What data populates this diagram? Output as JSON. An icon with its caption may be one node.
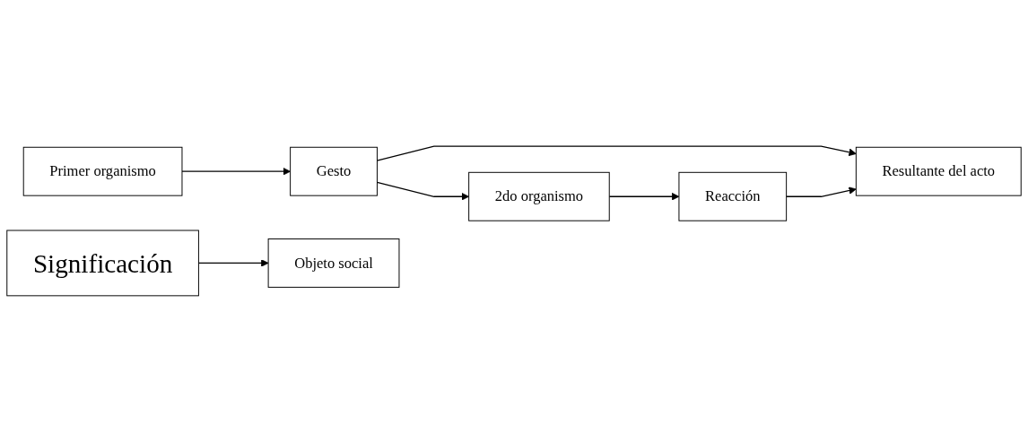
{
  "diagram": {
    "nodes": [
      {
        "text": [
          "Primer organismo"
        ]
      },
      {
        "text": [
          "Gesto"
        ]
      },
      {
        "text": [
          "2do organismo"
        ]
      },
      {
        "text": [
          "Reacción"
        ]
      },
      {
        "text": [
          "Resultante del acto"
        ]
      },
      {
        "text": [
          "Significación"
        ]
      },
      {
        "text": [
          "Objeto social"
        ]
      }
    ],
    "edges": [
      {
        "from": 0,
        "to": 1,
        "arrow": "to"
      },
      {
        "from": 1,
        "to": 2,
        "arrow": "to"
      },
      {
        "from": 1,
        "to": 4,
        "arrow": "to"
      },
      {
        "from": 2,
        "to": 3,
        "arrow": "to"
      },
      {
        "from": 3,
        "to": 4,
        "arrow": "to"
      },
      {
        "from": 5,
        "to": 6,
        "arrow": "to"
      }
    ]
  }
}
